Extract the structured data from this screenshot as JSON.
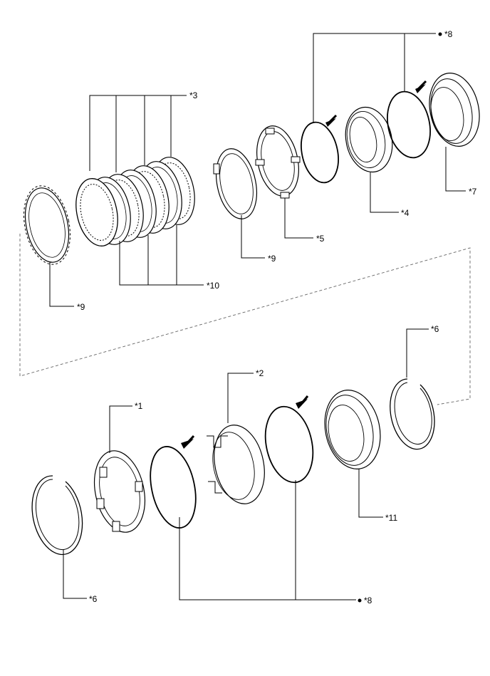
{
  "callouts": {
    "c1": "*1",
    "c2": "*2",
    "c3": "*3",
    "c4": "*4",
    "c5": "*5",
    "c6_top": "*6",
    "c6_bottom": "*6",
    "c7": "*7",
    "c8_top": "*8",
    "c8_bottom": "*8",
    "c9_left": "*9",
    "c9_mid": "*9",
    "c10": "*10",
    "c11": "*11"
  },
  "colors": {
    "line": "#000000",
    "fill": "#ffffff",
    "dashed": "#555555"
  }
}
